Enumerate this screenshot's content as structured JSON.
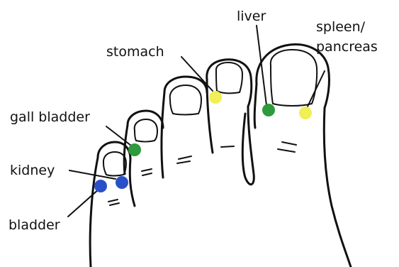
{
  "labels": {
    "liver": "liver",
    "spleen_line1": "spleen/",
    "spleen_line2": "pancreas",
    "stomach": "stomach",
    "gall_bladder": "gall bladder",
    "kidney": "kidney",
    "bladder": "bladder"
  },
  "colors": {
    "green": "#2e9a3c",
    "yellow": "#f1ee56",
    "blue": "#2b4fc8",
    "outline": "#111111"
  },
  "points": [
    {
      "organ": "liver",
      "color": "green"
    },
    {
      "organ": "spleen/pancreas",
      "color": "yellow"
    },
    {
      "organ": "stomach",
      "color": "yellow"
    },
    {
      "organ": "gall bladder",
      "color": "green"
    },
    {
      "organ": "kidney",
      "color": "blue"
    },
    {
      "organ": "bladder",
      "color": "blue"
    }
  ]
}
